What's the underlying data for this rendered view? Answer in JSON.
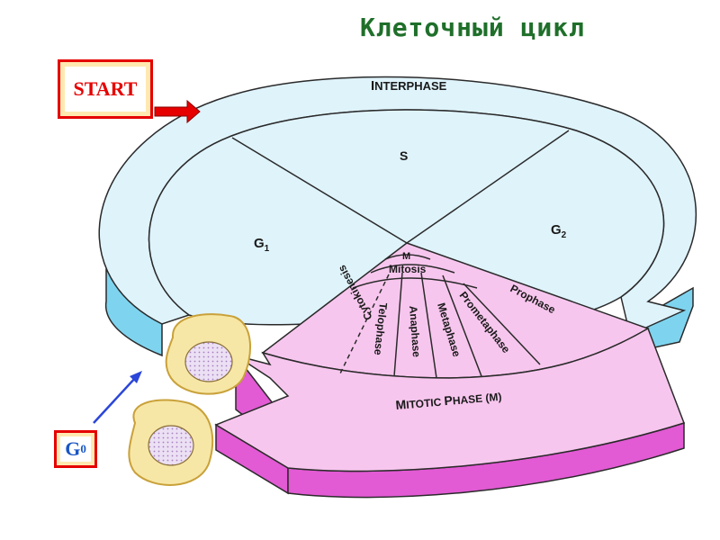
{
  "title": "Клеточный цикл",
  "start_label": "START",
  "g0_label": "G",
  "g0_sub": "0",
  "phases": {
    "interphase_cap": "I",
    "interphase_rest": "NTERPHASE",
    "s": "S",
    "g1": "G",
    "g1_sub": "1",
    "g2": "G",
    "g2_sub": "2",
    "m": "M",
    "mitosis": "Mitosis",
    "mitotic_cap1": "M",
    "mitotic_rest1": "ITOTIC ",
    "mitotic_cap2": "P",
    "mitotic_rest2": "HASE (M)"
  },
  "stages": [
    "Cytokinesis",
    "Telophase",
    "Anaphase",
    "Metaphase",
    "Prometaphase",
    "Prophase"
  ],
  "colors": {
    "interphase_fill": "#dff3fb",
    "interphase_side": "#7ed4ef",
    "mitotic_fill": "#f7c6ee",
    "mitotic_side": "#e25ad4",
    "cell_fill": "#f7e7a6",
    "cell_border": "#c9a13a",
    "nucleus": "#e9d6f2",
    "arrow_red": "#e60000",
    "arrow_blue": "#2b46d8",
    "title": "#1f6f2a"
  }
}
